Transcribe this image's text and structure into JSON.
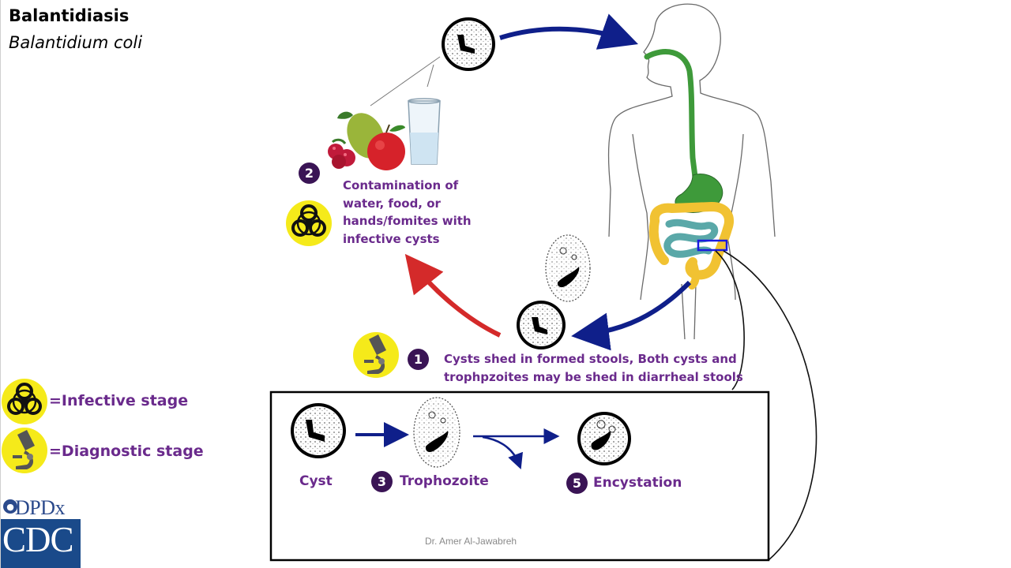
{
  "title": "Balantidiasis",
  "subtitle": "Balantidium coli",
  "steps": {
    "step2_number": "2",
    "step2_lines": [
      "Contamination of",
      "water, food, or",
      "hands/fomites with",
      "infective cysts"
    ],
    "step1_number": "1",
    "step1_lines": [
      "Cysts shed in formed stools, Both cysts and",
      "trophpzoites may be shed in diarrheal stools"
    ]
  },
  "stages": {
    "cyst": "Cyst",
    "trophozoite_number": "3",
    "trophozoite": "Trophozoite",
    "encystation_number": "5",
    "encystation": "Encystation"
  },
  "legend": {
    "infective": "=Infective stage",
    "diagnostic": "=Diagnostic stage"
  },
  "credit": "Dr. Amer Al-Jawabreh",
  "logos": {
    "dpdx": "DPDx",
    "cdc": "CDC"
  },
  "colors": {
    "arrow_blue": "#0f1f8a",
    "arrow_red": "#d42a2a",
    "label_purple": "#6a2a8c",
    "number_circle": "#3a1455",
    "biohazard_yellow": "#f5ea1a",
    "gut_green": "#3e9a3a",
    "colon_yellow": "#f1c232",
    "small_intestine_teal": "#5aa8a8"
  },
  "icons": [
    "biohazard-icon",
    "microscope-icon",
    "cyst-icon",
    "trophozoite-icon",
    "fruit-icon",
    "water-glass-icon",
    "human-body-icon"
  ]
}
